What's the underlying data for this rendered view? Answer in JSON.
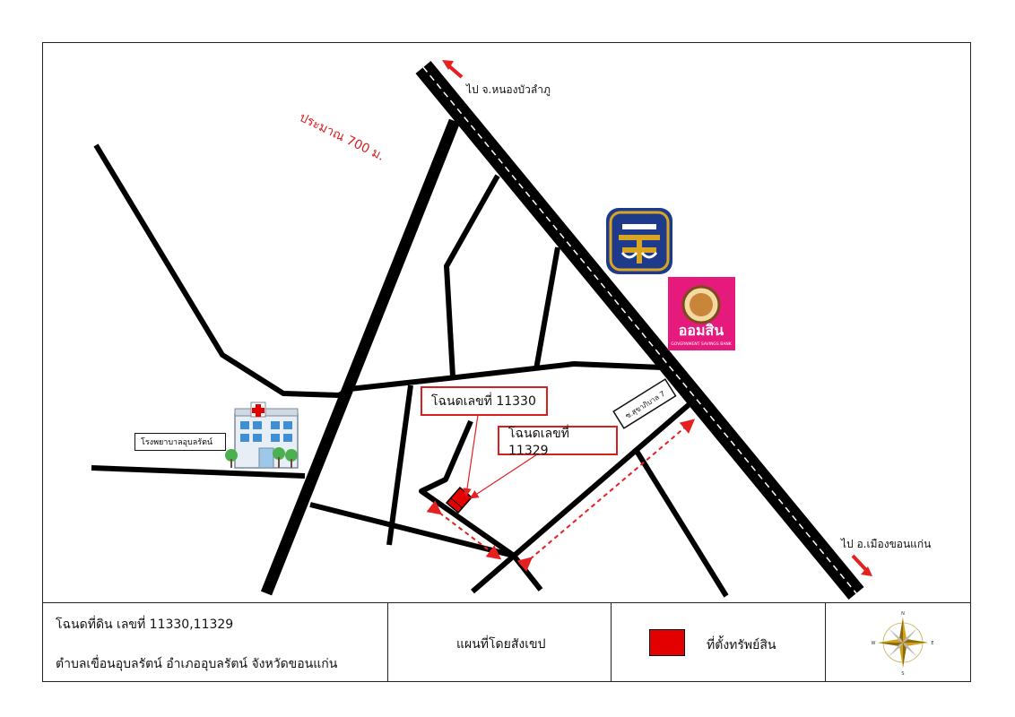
{
  "map": {
    "label_north_dest": "ไป จ.หนองบัวลำภู",
    "label_south_dest": "ไป อ.เมืองขอนแก่น",
    "label_distance": "ประมาณ 700 ม.",
    "label_hospital": "โรงพยาบาลอุบลรัตน์",
    "label_soi": "ซ.สุขาภิบาล 7",
    "label_deed_a": "โฉนดเลขที่ 11330",
    "label_deed_b": "โฉนดเลขที่ 11329",
    "gsb_name": "ออมสิน",
    "gsb_subtitle": "GOVERNMENT SAVINGS BANK",
    "colors": {
      "road": "#000000",
      "highway_dash": "#ffffff",
      "marker": "#e50000",
      "arrow": "#e62020",
      "distance_text": "#d62020",
      "baac_blue": "#1e3a8a",
      "baac_gold": "#d9a521",
      "gsb_pink": "#e6197d"
    }
  },
  "legend": {
    "deed_line": "โฉนดที่ดิน เลขที่ 11330,11329",
    "location_line": "ตำบลเขื่อนอุบลรัตน์ อำเภออุบลรัตน์ จังหวัดขอนแก่น",
    "map_type": "แผนที่โดยสังเขป",
    "property_location": "ที่ตั้งทรัพย์สิน",
    "compass": {
      "n": "N",
      "e": "E",
      "s": "S",
      "w": "W"
    }
  }
}
